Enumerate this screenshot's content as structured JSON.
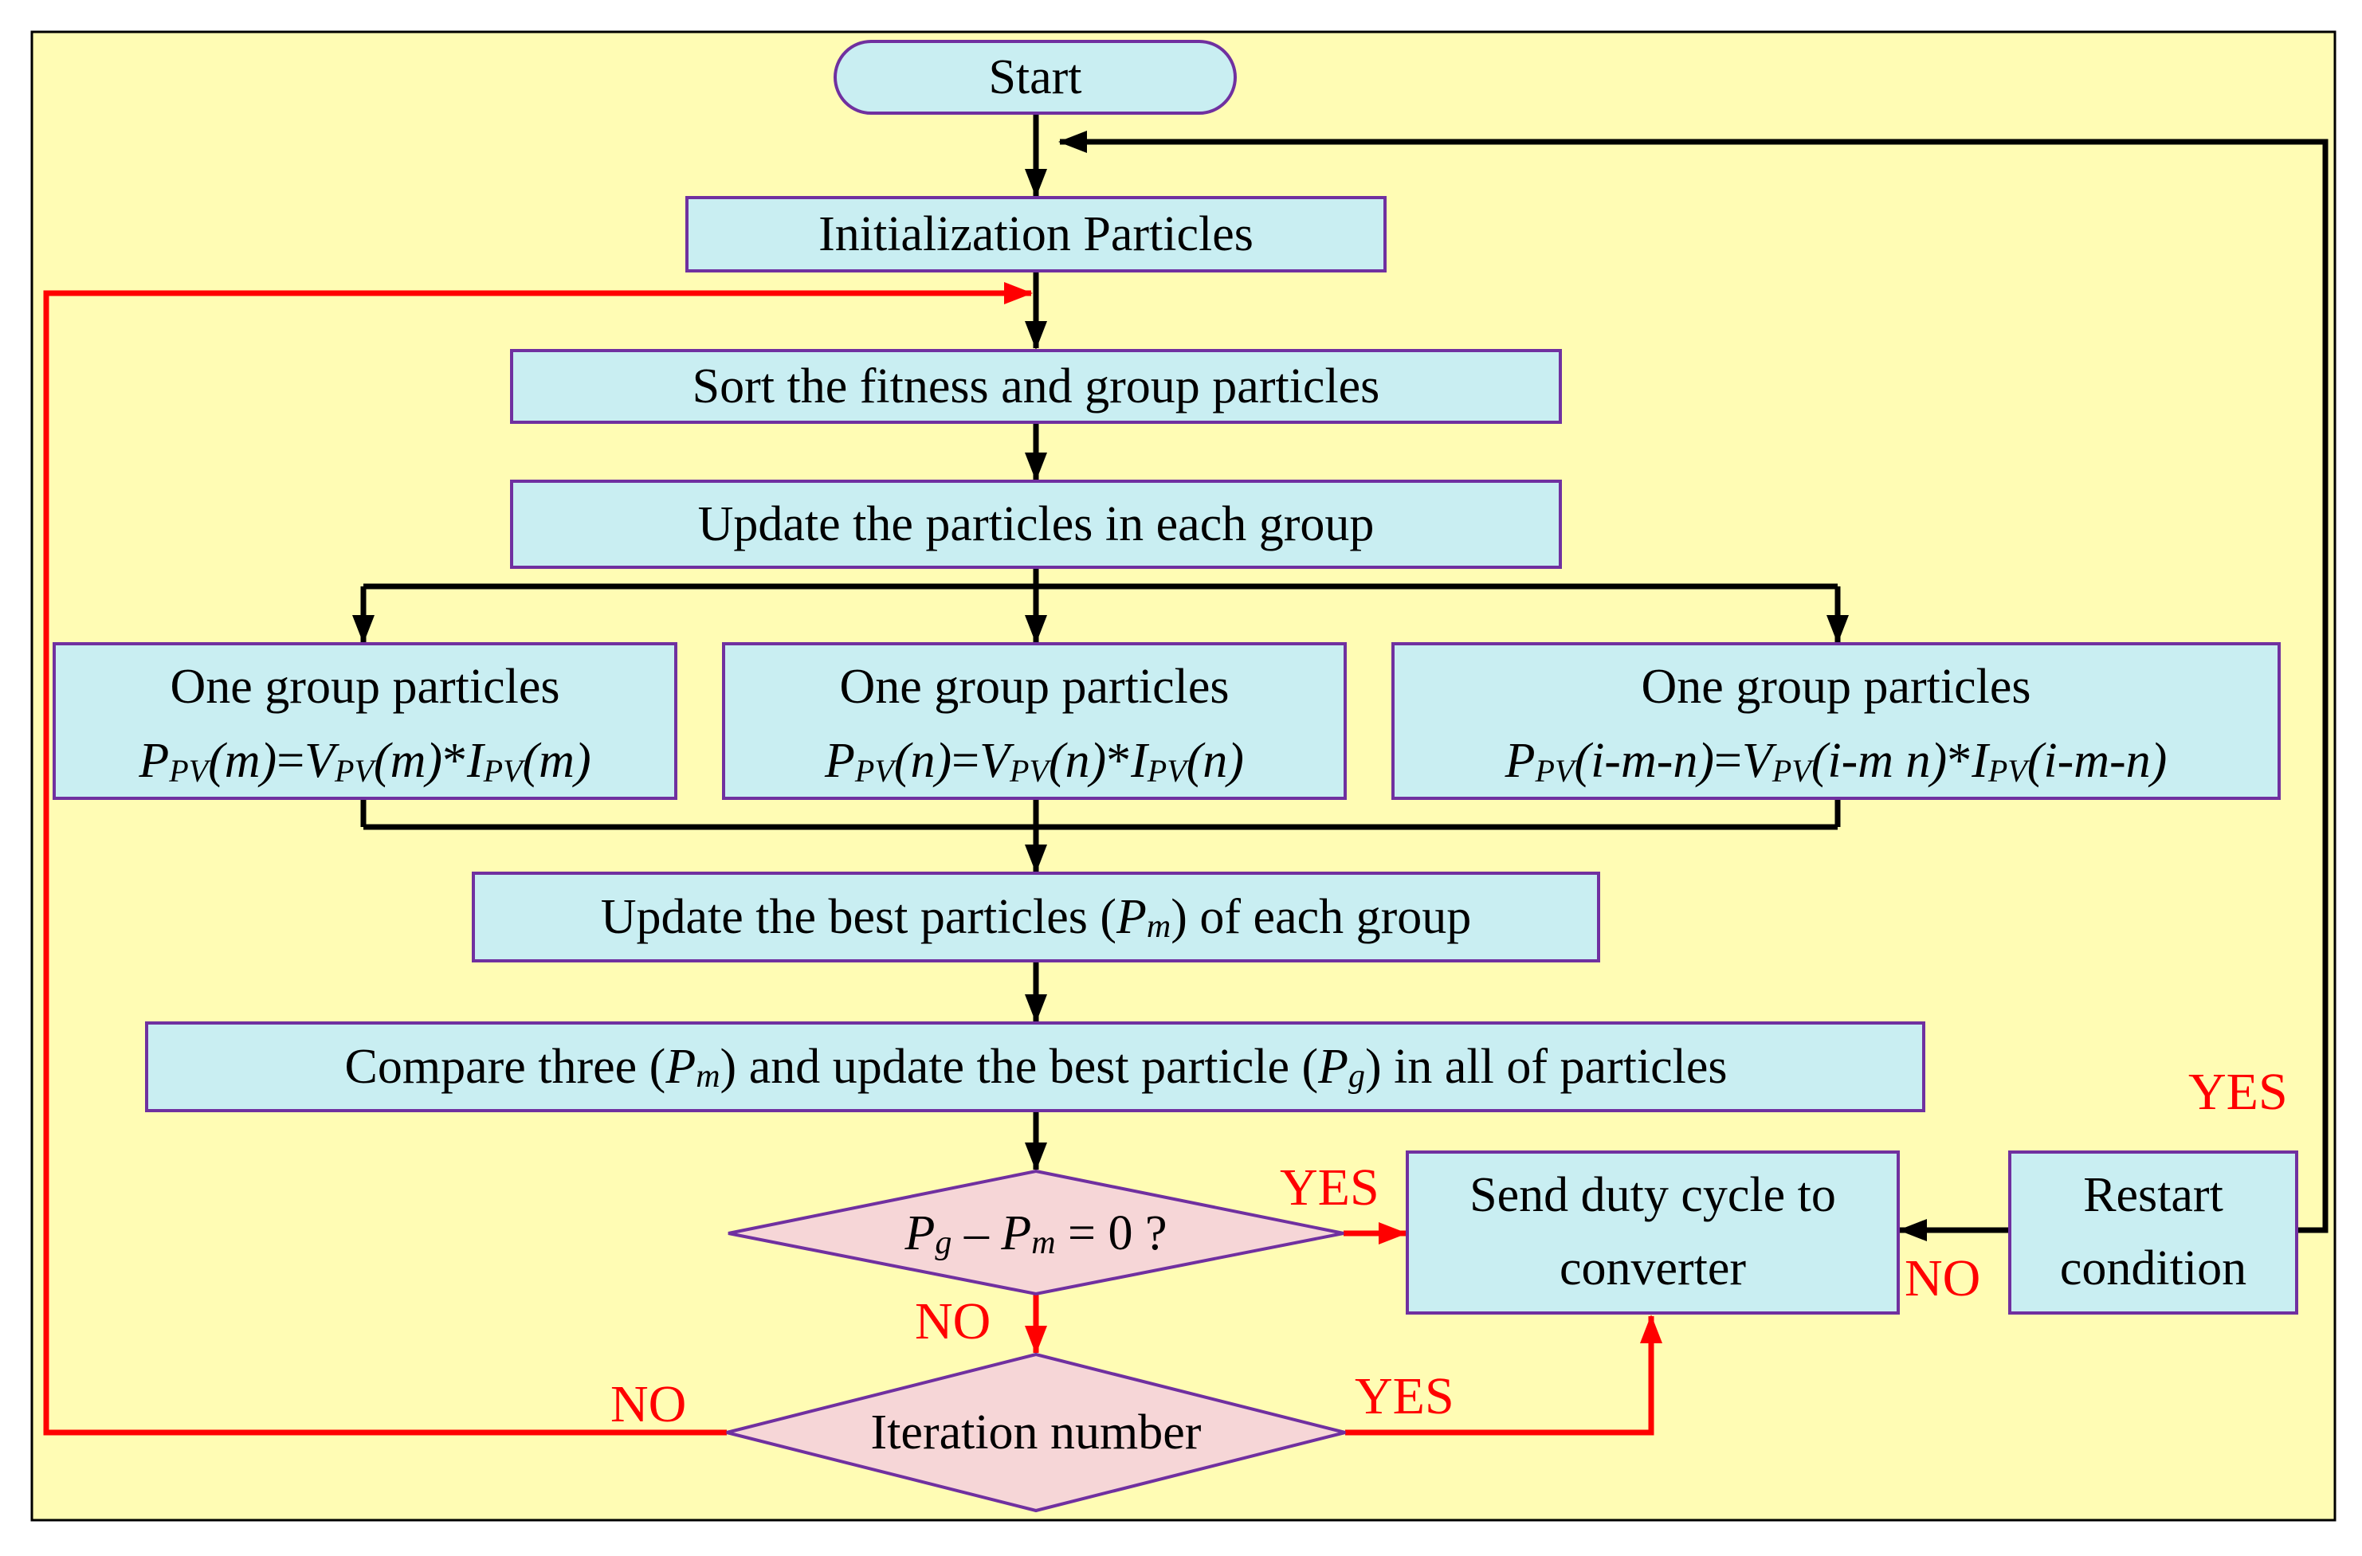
{
  "colors": {
    "background": "#fffcb4",
    "process_fill": "#c9eef2",
    "decision_fill": "#f6d6d7",
    "node_border": "#7030a0",
    "black_arrow": "#000000",
    "red_arrow": "#ff0000",
    "frame_border": "#000000"
  },
  "nodes": {
    "start": "Start",
    "init": "Initialization Particles",
    "sort": "Sort the fitness and group particles",
    "update_groups": "Update the particles in each group",
    "group_m": {
      "title": "One group particles",
      "P": "P",
      "PV1": "PV",
      "arg1": "(m)",
      "eq": "=",
      "V": "V",
      "PV2": "PV",
      "arg2": "(m)",
      "mul": "*",
      "I": "I",
      "PV3": "PV",
      "arg3": "(m)"
    },
    "group_n": {
      "title": "One group particles",
      "P": "P",
      "PV1": "PV",
      "arg1": "(n)",
      "eq": "=",
      "V": "V",
      "PV2": "PV",
      "arg2": "(n)",
      "mul": "*",
      "I": "I",
      "PV3": "PV",
      "arg3": "(n)"
    },
    "group_r": {
      "title": "One group particles",
      "P": "P",
      "PV1": "PV",
      "arg1": "(i-m-n)",
      "eq": "=",
      "V": "V",
      "PV2": "PV",
      "arg2": "(i-m n)",
      "mul": "*",
      "I": "I",
      "PV3": "PV",
      "arg3": "(i-m-n)"
    },
    "update_best": {
      "pre": "Update the best particles (",
      "P": "P",
      "sub": "m",
      "post": ") of each group"
    },
    "compare": {
      "pre": "Compare three (",
      "P1": "P",
      "sub1": "m",
      "mid": ") and update the best particle (",
      "P2": "P",
      "sub2": "g",
      "post": ") in all of particles"
    },
    "decision1": {
      "P1": "P",
      "sub1": "g",
      "minus": " – ",
      "P2": "P",
      "sub2": "m",
      "post": " = 0 ?"
    },
    "decision2": "Iteration number",
    "send": {
      "line1": "Send duty cycle to",
      "line2": "converter"
    },
    "restart": {
      "line1": "Restart",
      "line2": "condition"
    }
  },
  "edge_labels": {
    "yes_restart": "YES",
    "yes_decision1": "YES",
    "no_restart": "NO",
    "no_decision1": "NO",
    "no_iteration": "NO",
    "yes_iteration": "YES"
  }
}
